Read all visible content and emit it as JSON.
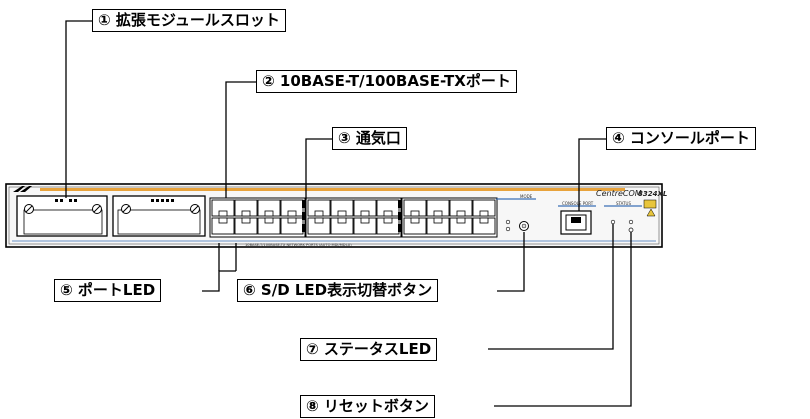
{
  "callouts": [
    {
      "id": "c1",
      "label": "① 拡張モジュールスロット"
    },
    {
      "id": "c2",
      "label": "② 10BASE-T/100BASE-TXポート"
    },
    {
      "id": "c3",
      "label": "③ 通気口"
    },
    {
      "id": "c4",
      "label": "④ コンソールポート"
    },
    {
      "id": "c5",
      "label": "⑤ ポートLED"
    },
    {
      "id": "c6",
      "label": "⑥ S/D LED表示切替ボタン"
    },
    {
      "id": "c7",
      "label": "⑦ ステータスLED"
    },
    {
      "id": "c8",
      "label": "⑧ リセットボタン"
    }
  ],
  "device": {
    "brand": "CentreCOM",
    "model": "8324XL",
    "section_mode": "MODE",
    "section_console": "CONSOLE PORT",
    "section_status": "STATUS",
    "footer_text": "10BASE-T/100BASE-TX NETWORK PORTS (AUTO MDI/MDI-X)"
  },
  "colors": {
    "accent_band": "#e8a33c",
    "panel_body": "#f5f5f5",
    "outline": "#000000",
    "port_blue": "#3b6fb6"
  }
}
